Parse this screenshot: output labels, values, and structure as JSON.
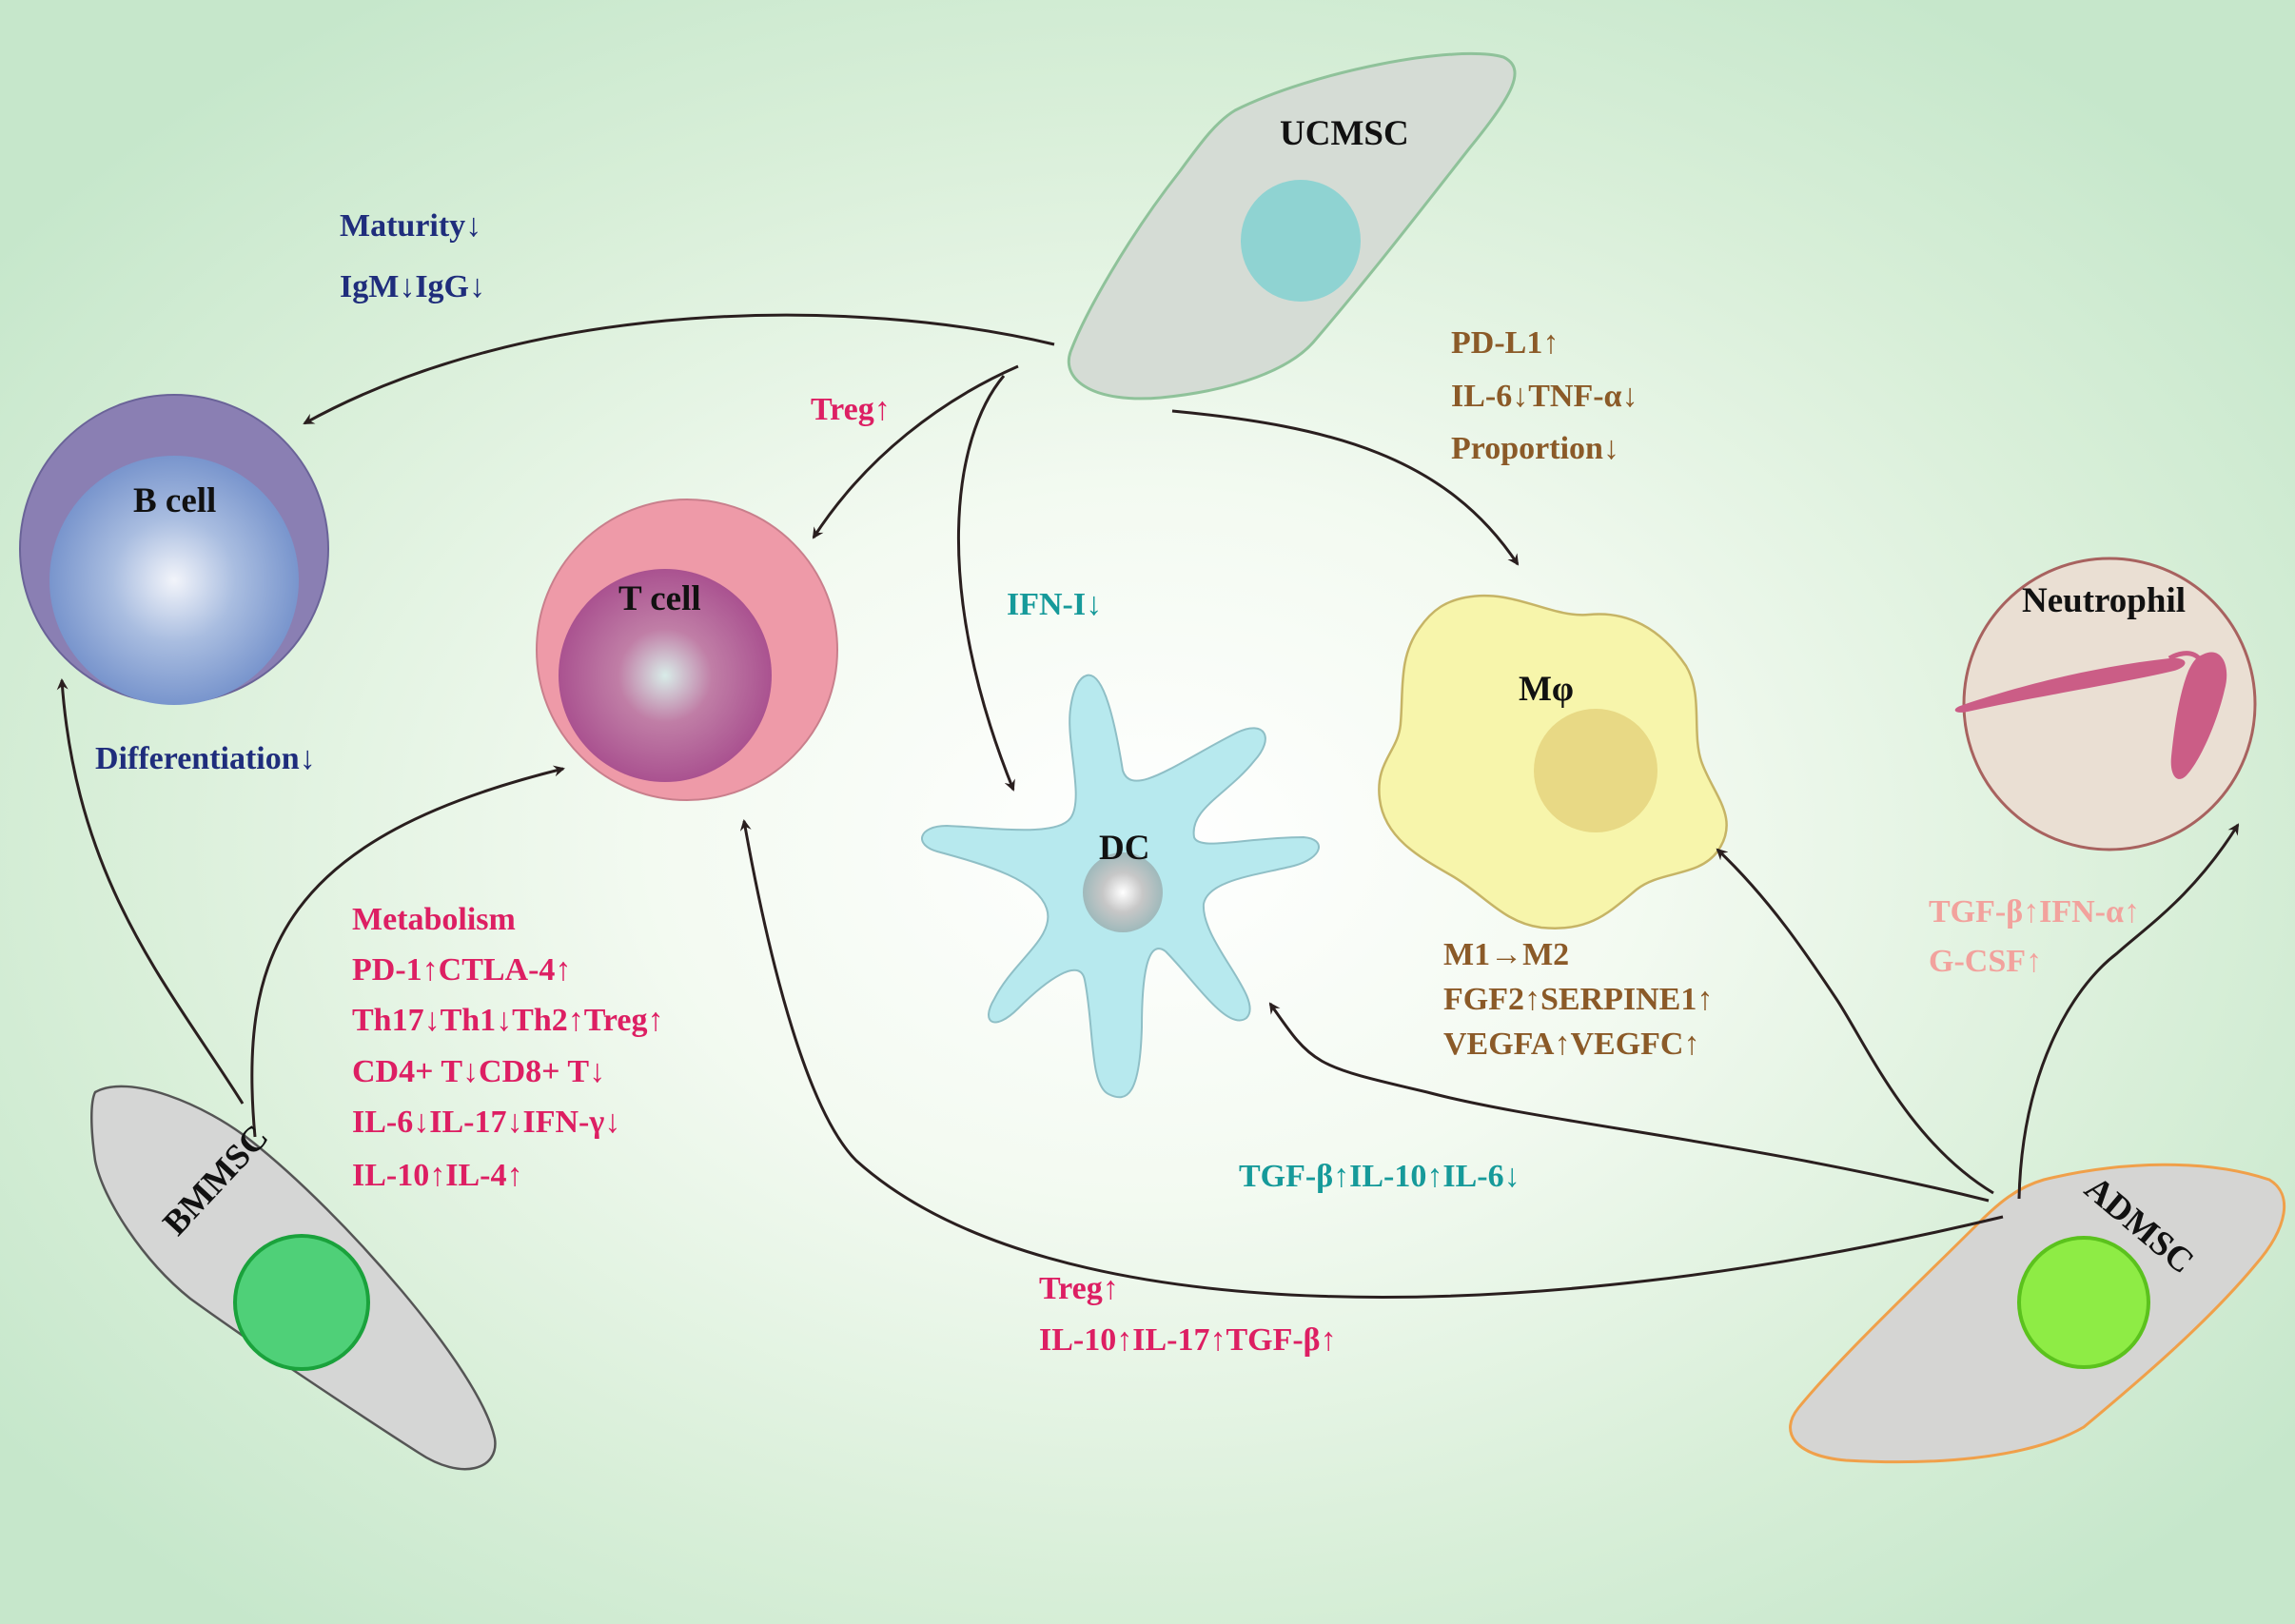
{
  "cells": {
    "ucmsc": "UCMSC",
    "b_cell": "B cell",
    "t_cell": "T cell",
    "dc": "DC",
    "macrophage": "Mφ",
    "neutrophil": "Neutrophil",
    "bmmsc": "BMMSC",
    "admsc": "ADMSC"
  },
  "annotations": {
    "b_cell_ucmsc": [
      "Maturity↓",
      "IgM↓IgG↓"
    ],
    "b_cell_bmmsc": "Differentiation↓",
    "t_cell_ucmsc": "Treg↑",
    "dc_ucmsc": "IFN-I↓",
    "macrophage_ucmsc": [
      "PD-L1↑",
      "IL-6↓TNF-α↓",
      "Proportion↓"
    ],
    "t_cell_bmmsc": [
      "Metabolism",
      "PD-1↑CTLA-4↑",
      "Th17↓Th1↓Th2↑Treg↑",
      "CD4+ T↓CD8+ T↓",
      "IL-6↓IL-17↓IFN-γ↓",
      "IL-10↑IL-4↑"
    ],
    "macrophage_admsc": [
      "M1→M2",
      "FGF2↑SERPINE1↑",
      "VEGFA↑VEGFC↑"
    ],
    "dc_admsc": "TGF-β↑IL-10↑IL-6↓",
    "t_cell_admsc": [
      "Treg↑",
      "IL-10↑IL-17↑TGF-β↑"
    ],
    "neutrophil_admsc": [
      "TGF-β↑IFN-α↑",
      "G-CSF↑"
    ]
  },
  "colors": {
    "b_cell_annotation": "#1f2d7c",
    "t_cell_annotation": "#dd1f63",
    "dc_annotation": "#169a9a",
    "macrophage_annotation": "#8b5a28",
    "neutrophil_annotation": "#f2a29d",
    "arrows": "#2a1f1f"
  }
}
